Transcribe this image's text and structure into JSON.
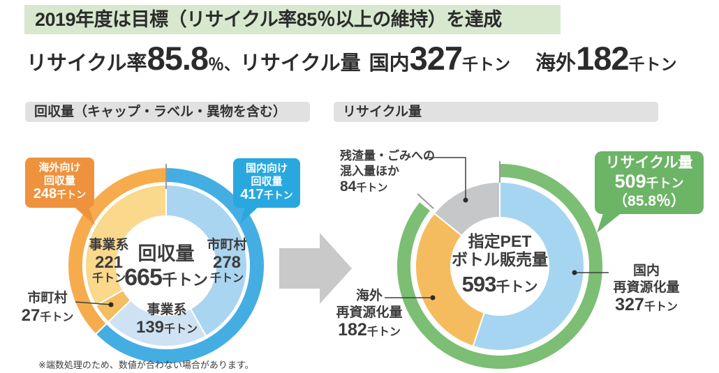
{
  "page": {
    "banner": "2019年度は目標（リサイクル率85％以上の維持）を達成",
    "footnote": "※端数処理のため、数値が合わない場合があります。"
  },
  "headline": {
    "rate_label": "リサイクル率",
    "rate_value": "85.8",
    "rate_unit": "％、",
    "amount_label": "リサイクル量",
    "domestic_label": "国内",
    "domestic_value": "327",
    "domestic_unit": "千トン",
    "overseas_label": "海外",
    "overseas_value": "182",
    "overseas_unit": "千トン"
  },
  "colors": {
    "banner_bg": "#d7e8cf",
    "section_bar_bg": "#e1e1e1",
    "arrow": "#c9c9c9",
    "bubble_overseas": "#ef923d",
    "bubble_domestic": "#29a8e0",
    "bubble_recycle": "#6cb466"
  },
  "chart_data": [
    {
      "type": "donut",
      "section_title": "回収量（キャップ・ラベル・異物を含む）",
      "center": {
        "label": "回収量",
        "value": "665",
        "unit": "千トン"
      },
      "total": 665,
      "outer_ring": [
        {
          "label": "国内向け回収量",
          "value": 417,
          "unit": "千トン",
          "color": "#44aee3"
        },
        {
          "label": "海外向け回収量",
          "value": 248,
          "unit": "千トン",
          "color": "#f6ac4d"
        }
      ],
      "inner_ring": [
        {
          "label": "市町村",
          "value": 278,
          "unit": "千トン",
          "color": "#a9d5f0"
        },
        {
          "label": "事業系",
          "value": 139,
          "unit": "千トン",
          "color": "#cfe2f3"
        },
        {
          "label": "市町村",
          "value": 27,
          "unit": "千トン",
          "color": "#f3bd62"
        },
        {
          "label": "事業系",
          "value": 221,
          "unit": "千トン",
          "color": "#fad88c"
        }
      ],
      "callouts": {
        "overseas_bubble": {
          "line1": "海外向け",
          "line2": "回収量",
          "unit": "千トン"
        },
        "domestic_bubble": {
          "line1": "国内向け",
          "line2": "回収量",
          "unit": "千トン"
        }
      }
    },
    {
      "type": "donut",
      "section_title": "リサイクル量",
      "center": {
        "label_line1": "指定PET",
        "label_line2": "ボトル販売量",
        "value": "593",
        "unit": "千トン"
      },
      "total": 593,
      "outer_ring": [
        {
          "label": "リサイクル量",
          "value": 509,
          "unit": "千トン",
          "color": "#7cbe74"
        }
      ],
      "inner_ring": [
        {
          "label": "国内再資源化量",
          "value": 327,
          "unit": "千トン",
          "color": "#a6d5f2"
        },
        {
          "label": "海外再資源化量",
          "value": 182,
          "unit": "千トン",
          "color": "#f5bc5f"
        },
        {
          "label": "残渣量・ごみへの混入量ほか",
          "value": 84,
          "unit": "千トン",
          "color": "#c5c7c9"
        }
      ],
      "callouts": {
        "recycle_bubble": {
          "line1": "リサイクル量",
          "unit": "千トン",
          "pct": "（85.8％）"
        },
        "residue_label": {
          "line1": "残渣量・ごみへの",
          "line2": "混入量ほか"
        },
        "domestic_label": {
          "line1": "国内",
          "line2": "再資源化量"
        },
        "overseas_label": {
          "line1": "海外",
          "line2": "再資源化量"
        }
      }
    }
  ]
}
